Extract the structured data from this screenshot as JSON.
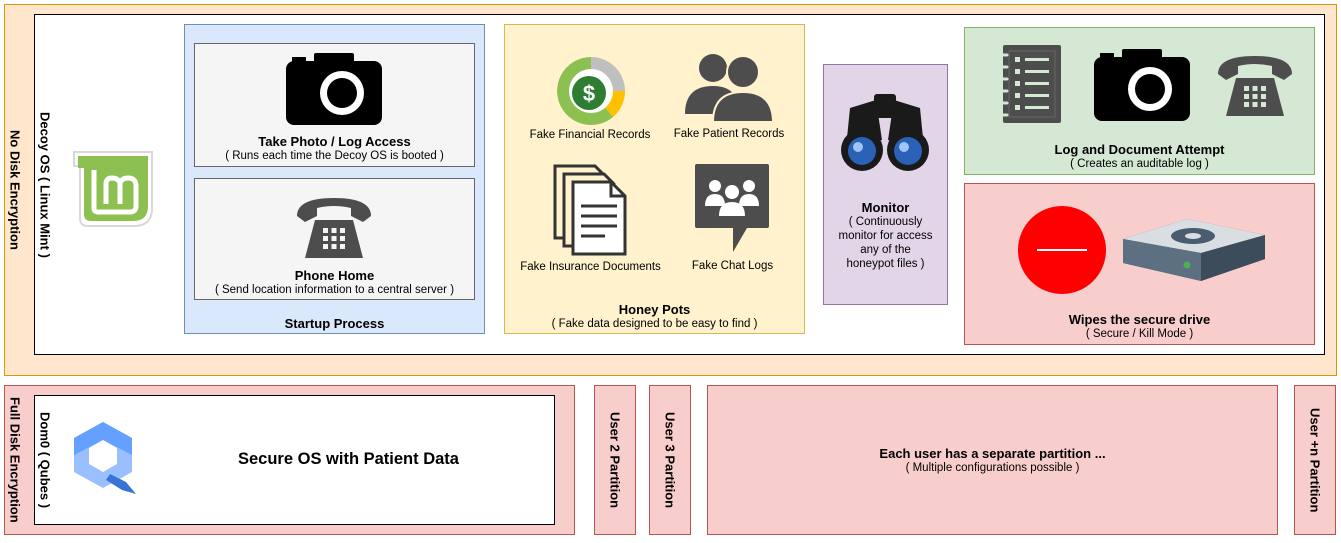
{
  "top_zone": {
    "label": "No Disk Encryption"
  },
  "decoy": {
    "label": "Decoy OS ( Linux Mint )",
    "startup": {
      "title": "Startup Process",
      "take_photo": {
        "title": "Take Photo / Log Access",
        "subtitle": "( Runs each time the Decoy OS is booted )"
      },
      "phone_home": {
        "title": "Phone Home",
        "subtitle": "( Send location information to a central server )"
      }
    },
    "honeypots": {
      "title": "Honey Pots",
      "subtitle": "( Fake data designed to be easy to find )",
      "items": [
        {
          "label": "Fake Financial Records",
          "icon": "financial-icon"
        },
        {
          "label": "Fake Patient Records",
          "icon": "people-icon"
        },
        {
          "label": "Fake Insurance Documents",
          "icon": "documents-icon"
        },
        {
          "label": "Fake Chat Logs",
          "icon": "chat-icon"
        }
      ]
    },
    "monitor": {
      "title": "Monitor",
      "line1": "( Continuously",
      "line2": "monitor for access",
      "line3": "any of the",
      "line4": "honeypot files )"
    },
    "log": {
      "title": "Log and Document Attempt",
      "subtitle": "( Creates an auditable log )"
    },
    "wipe": {
      "title": "Wipes the secure drive",
      "subtitle": "( Secure / Kill Mode )"
    }
  },
  "bottom_zone": {
    "label": "Full Disk Encryption",
    "dom0": {
      "label": "Dom0 ( Qubes )",
      "title": "Secure OS with Patient Data"
    },
    "user2": "User 2 Partition",
    "user3": "User 3 Partition",
    "each_user": {
      "title": "Each user has a separate partition ...",
      "subtitle": "( Multiple configurations possible )"
    },
    "usern": "User +n Partition"
  },
  "colors": {
    "orange_bg": "#ffe6cc",
    "orange_border": "#d79b00",
    "blue_bg": "#dae8fc",
    "blue_border": "#6c8ebf",
    "yellow_bg": "#fff2cc",
    "yellow_border": "#d6b656",
    "purple_bg": "#e1d5e7",
    "purple_border": "#9673a6",
    "green_bg": "#d5e8d4",
    "green_border": "#82b366",
    "red_bg": "#f8cecc",
    "red_border": "#b85450"
  }
}
